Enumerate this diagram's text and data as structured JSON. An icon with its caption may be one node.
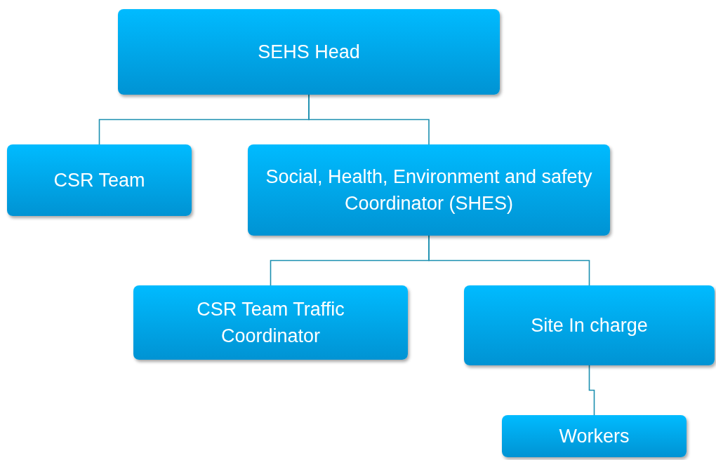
{
  "diagram": {
    "nodes": [
      {
        "text": [
          "SEHS Head"
        ]
      },
      {
        "text": [
          "CSR Team"
        ]
      },
      {
        "text": [
          "Social, Health, Environment and safety Coordinator (SHES)"
        ]
      },
      {
        "text": [
          "CSR Team Traffic Coordinator"
        ]
      },
      {
        "text": [
          "Site In charge"
        ]
      },
      {
        "text": [
          "Workers"
        ]
      }
    ],
    "edges": [
      {
        "from": 0,
        "to": 1,
        "arrow": "none"
      },
      {
        "from": 0,
        "to": 2,
        "arrow": "none"
      },
      {
        "from": 2,
        "to": 3,
        "arrow": "none"
      },
      {
        "from": 2,
        "to": 4,
        "arrow": "none"
      },
      {
        "from": 4,
        "to": 5,
        "arrow": "none"
      }
    ]
  }
}
